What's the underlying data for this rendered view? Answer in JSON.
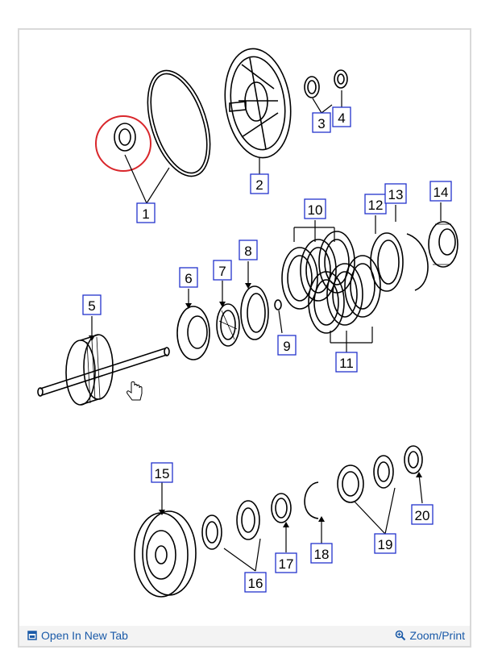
{
  "labels": [
    "1",
    "2",
    "3",
    "4",
    "5",
    "6",
    "7",
    "8",
    "9",
    "10",
    "11",
    "12",
    "13",
    "14",
    "15",
    "16",
    "17",
    "18",
    "19",
    "20"
  ],
  "highlight_color": "#d9262b",
  "label_box_color": "#2233cc",
  "footer": {
    "open_label": "Open In New Tab",
    "zoom_label": "Zoom/Print"
  },
  "icons": {
    "open": "open-in-new-tab-icon",
    "zoom": "zoom-icon",
    "cursor": "hand-cursor-icon"
  }
}
